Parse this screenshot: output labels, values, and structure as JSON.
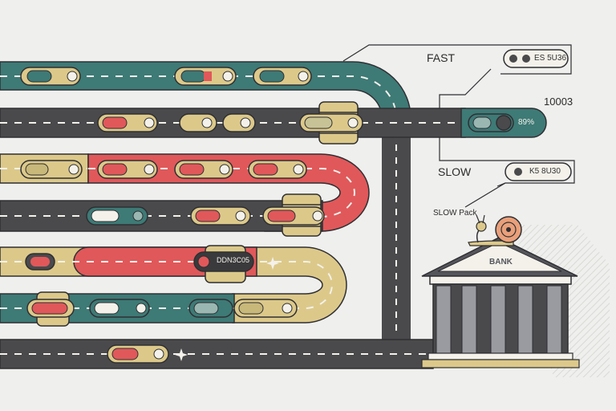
{
  "labels": {
    "fast": "FAST",
    "fast_badge": "ES 5U36",
    "mid_value": "10003",
    "mid_badge": "89%",
    "slow": "SLOW",
    "slow_badge": "K5 8U30",
    "slow_pack": "SLOW Pack",
    "bank": "BANK",
    "red_lane_badge": "DDN3C05"
  },
  "colors": {
    "background": "#efefed",
    "road_teal": "#3e7a76",
    "road_dark": "#4a4a4c",
    "road_red": "#e0585a",
    "road_yellow": "#dcc98a",
    "lane_dash": "#f3f1ea",
    "outline": "#2f2f33",
    "bank_roof": "#55565c",
    "bank_column": "#9a9ba0",
    "snail_shell": "#e9a07a"
  },
  "icons": [
    "snail-icon",
    "bank-icon",
    "sparkle-icon",
    "coin-stack-icon",
    "capsule-icon"
  ]
}
